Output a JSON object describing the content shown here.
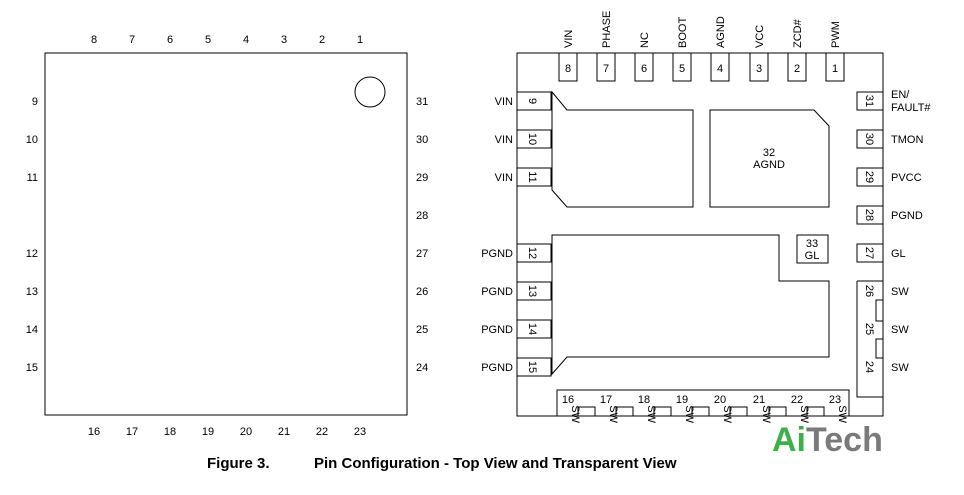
{
  "top_view": {
    "top_pins": [
      "8",
      "7",
      "6",
      "5",
      "4",
      "3",
      "2",
      "1"
    ],
    "left_pins": [
      "9",
      "10",
      "11",
      "12",
      "13",
      "14",
      "15"
    ],
    "right_pins": [
      "31",
      "30",
      "29",
      "28",
      "27",
      "26",
      "25",
      "24"
    ],
    "bottom_pins": [
      "16",
      "17",
      "18",
      "19",
      "20",
      "21",
      "22",
      "23"
    ]
  },
  "transparent_view": {
    "top_pins": [
      {
        "num": "8",
        "name": "VIN"
      },
      {
        "num": "7",
        "name": "PHASE"
      },
      {
        "num": "6",
        "name": "NC"
      },
      {
        "num": "5",
        "name": "BOOT"
      },
      {
        "num": "4",
        "name": "AGND"
      },
      {
        "num": "3",
        "name": "VCC"
      },
      {
        "num": "2",
        "name": "ZCD#"
      },
      {
        "num": "1",
        "name": "PWM"
      }
    ],
    "left_pins": [
      {
        "num": "9",
        "name": "VIN"
      },
      {
        "num": "10",
        "name": "VIN"
      },
      {
        "num": "11",
        "name": "VIN"
      },
      {
        "num": "12",
        "name": "PGND"
      },
      {
        "num": "13",
        "name": "PGND"
      },
      {
        "num": "14",
        "name": "PGND"
      },
      {
        "num": "15",
        "name": "PGND"
      }
    ],
    "right_pins": [
      {
        "num": "31",
        "name_line1": "EN/",
        "name_line2": "FAULT#"
      },
      {
        "num": "30",
        "name": "TMON"
      },
      {
        "num": "29",
        "name": "PVCC"
      },
      {
        "num": "28",
        "name": "PGND"
      },
      {
        "num": "27",
        "name": "GL"
      },
      {
        "num": "26",
        "name": "SW"
      },
      {
        "num": "25",
        "name": "SW"
      },
      {
        "num": "24",
        "name": "SW"
      }
    ],
    "bottom_pins": [
      {
        "num": "16",
        "name": "SW"
      },
      {
        "num": "17",
        "name": "SW"
      },
      {
        "num": "18",
        "name": "SW"
      },
      {
        "num": "19",
        "name": "SW"
      },
      {
        "num": "20",
        "name": "SW"
      },
      {
        "num": "21",
        "name": "SW"
      },
      {
        "num": "22",
        "name": "SW"
      },
      {
        "num": "23",
        "name": "SW"
      }
    ],
    "pad_agnd": {
      "num": "32",
      "name": "AGND"
    },
    "pad_gl": {
      "num": "33",
      "name": "GL"
    }
  },
  "caption": {
    "figure_label": "Figure 3.",
    "title": "Pin Configuration - Top View and Transparent View"
  },
  "watermark": {
    "text_ai": "Ai",
    "text_tech": "Tech",
    "color_ai": "#3cb04a",
    "color_tech": "#7a7a7a"
  }
}
